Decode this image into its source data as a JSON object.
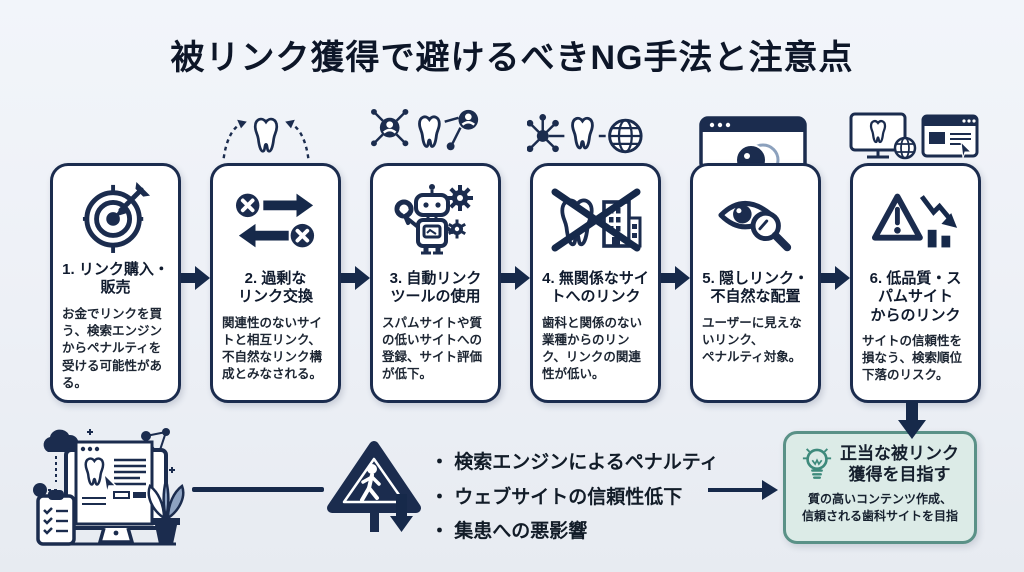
{
  "page": {
    "title": "被リンク獲得で避けるべきNG手法と注意点",
    "colors": {
      "background": "#edf0f6",
      "navy": "#1b2c4e",
      "arrow_navy": "#16294a",
      "card_bg": "#ffffff",
      "goal_bg": "#dcebe7",
      "goal_border": "#5a9187",
      "goal_icon_teal": "#3e8a7c"
    }
  },
  "steps": [
    {
      "icon": "target-dart-icon",
      "title": "1. リンク購入・\n販売",
      "desc": "お金でリンクを買う、検索エンジンからペナルティを受ける可能性がある。"
    },
    {
      "icon": "blocked-link-exchange-icon",
      "title": "2. 過剰な\nリンク交換",
      "desc": "関連性のないサイトと相互リンク、不自然なリンク構成とみなされる。"
    },
    {
      "icon": "robot-gears-icon",
      "title": "3. 自動リンク\nツールの使用",
      "desc": "スパムサイトや質の低いサイトへの登録、サイト評価が低下。"
    },
    {
      "icon": "crossed-tooth-building-icon",
      "title": "4. 無関係なサイ\nトへのリンク",
      "desc": "歯科と関係のない業種からのリンク、リンクの関連性が低い。"
    },
    {
      "icon": "eye-magnifier-icon",
      "title": "5. 隠しリンク・\n不自然な配置",
      "desc": "ユーザーに見えないリンク、\nペナルティ対象。"
    },
    {
      "icon": "warning-decline-icon",
      "title": "6. 低品質・ス\nパムサイト\nからのリンク",
      "desc": "サイトの信頼性を損なう、検索順位下落のリスク。"
    }
  ],
  "consequences": {
    "bullets": [
      "・ 検索エンジンによるペナルティ",
      "・ ウェブサイトの信頼性低下",
      "・ 集患への悪影響"
    ]
  },
  "goal": {
    "title": "正当な被リンク\n獲得を目指す",
    "desc": "質の高いコンテンツ作成、\n信頼される歯科サイトを目指"
  }
}
